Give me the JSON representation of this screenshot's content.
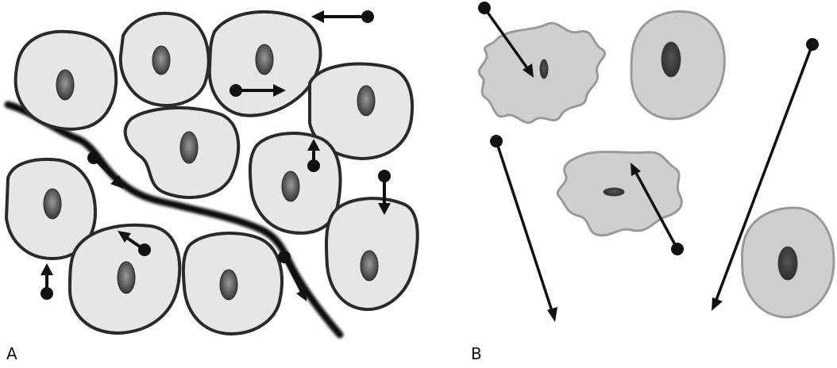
{
  "panels": {
    "a": {
      "label": "A"
    },
    "b": {
      "label": "B"
    }
  },
  "colors": {
    "cell_fill_a": "#e6e6e6",
    "cell_outline_a": "#2a2a2a",
    "cell_fill_b": "#cfcfcf",
    "cell_outline_b": "#9a9a9a",
    "nucleus_dark": "#3a3a3a",
    "nucleus_mid": "#777777",
    "arrow": "#111111",
    "background": "#ffffff"
  },
  "icons": {
    "arrow_head": "triangle-arrowhead",
    "arrow_tail": "filled-dot"
  }
}
